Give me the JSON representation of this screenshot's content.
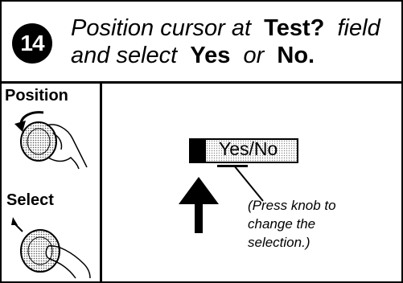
{
  "step": {
    "number": "14",
    "line1_prefix": "Position cursor at",
    "line1_field": "Test?",
    "line1_suffix": "field",
    "line2_prefix": "and select",
    "line2_opt1": "Yes",
    "line2_mid": "or",
    "line2_opt2": "No."
  },
  "sidebar": {
    "position_label": "Position",
    "select_label": "Select"
  },
  "display": {
    "field_value": "Yes/No"
  },
  "note": {
    "line1": "(Press knob to",
    "line2": "change the",
    "line3": "selection.)"
  }
}
